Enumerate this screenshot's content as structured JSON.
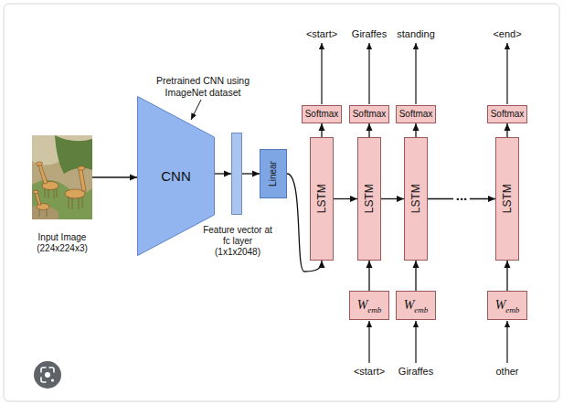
{
  "diagram": {
    "nodes": [
      {
        "text": [
          "Input Image (224x224x3)"
        ]
      },
      {
        "text": [
          "CNN"
        ]
      },
      {
        "text": [
          "Feature vector at fc layer (1x1x2048)"
        ]
      },
      {
        "text": [
          "Linear"
        ]
      },
      {
        "text": [
          "LSTM"
        ]
      },
      {
        "text": [
          "LSTM"
        ]
      },
      {
        "text": [
          "LSTM"
        ]
      },
      {
        "text": [
          "LSTM"
        ]
      },
      {
        "text": [
          "Softmax"
        ]
      },
      {
        "text": [
          "Softmax"
        ]
      },
      {
        "text": [
          "Softmax"
        ]
      },
      {
        "text": [
          "Softmax"
        ]
      },
      {
        "text": [
          "W",
          "emb"
        ]
      },
      {
        "text": [
          "W",
          "emb"
        ]
      },
      {
        "text": [
          "W",
          "emb"
        ]
      }
    ],
    "edges": [
      {
        "from": 0,
        "to": 1,
        "arrow": "to"
      },
      {
        "from": 1,
        "to": 2,
        "arrow": "to"
      },
      {
        "from": 2,
        "to": 3,
        "arrow": "to"
      },
      {
        "from": 3,
        "to": 4,
        "arrow": "to"
      },
      {
        "from": 4,
        "to": 5,
        "arrow": "to"
      },
      {
        "from": 5,
        "to": 6,
        "arrow": "to"
      },
      {
        "from": 6,
        "to": 7,
        "label": "...",
        "arrow": "to"
      },
      {
        "from": 4,
        "to": 8,
        "arrow": "to"
      },
      {
        "from": 5,
        "to": 9,
        "arrow": "to"
      },
      {
        "from": 6,
        "to": 10,
        "arrow": "to"
      },
      {
        "from": 7,
        "to": 11,
        "arrow": "to"
      },
      {
        "from": 12,
        "to": 5,
        "arrow": "to"
      },
      {
        "from": 13,
        "to": 6,
        "arrow": "to"
      },
      {
        "from": 14,
        "to": 7,
        "arrow": "to"
      }
    ],
    "labels": [
      "Pretrained CNN using ImageNet dataset",
      "<start>",
      "Giraffes",
      "standing",
      "<end>",
      "<start>",
      "Giraffes",
      "other"
    ]
  }
}
